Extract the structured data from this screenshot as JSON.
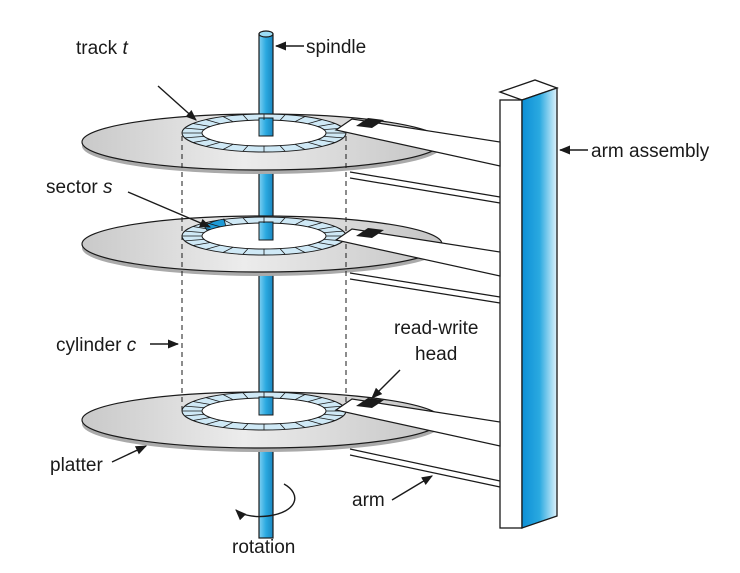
{
  "labels": {
    "track": "track",
    "track_var": "t",
    "spindle": "spindle",
    "arm_assembly": "arm assembly",
    "sector": "sector",
    "sector_var": "s",
    "cylinder": "cylinder",
    "cylinder_var": "c",
    "read_write_line1": "read-write",
    "read_write_line2": "head",
    "platter": "platter",
    "arm": "arm",
    "rotation": "rotation"
  },
  "colors": {
    "spindle_blue": "#2aa9e0",
    "track_light_blue": "#cfe9f6",
    "sector_highlight": "#1e9ad6",
    "platter_grey": "#d9d9d9",
    "head_black": "#1a1a1a"
  }
}
